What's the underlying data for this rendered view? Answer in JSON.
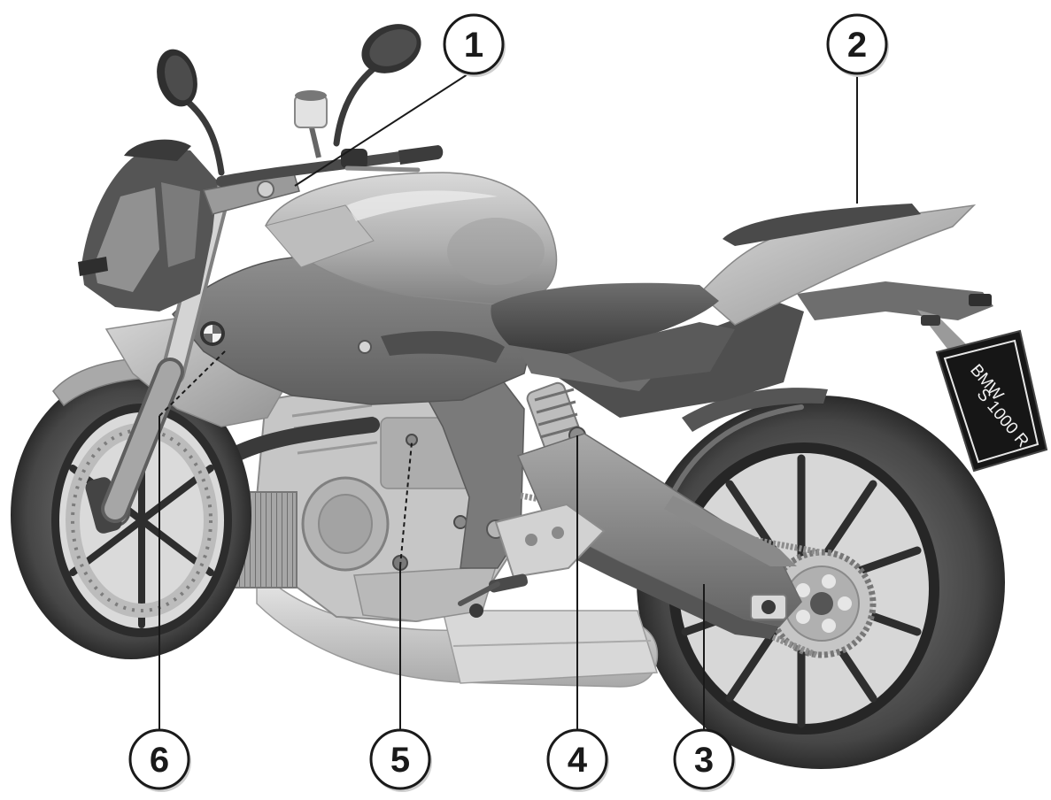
{
  "figure": {
    "callouts": [
      {
        "number": "1"
      },
      {
        "number": "2"
      },
      {
        "number": "3"
      },
      {
        "number": "4"
      },
      {
        "number": "5"
      },
      {
        "number": "6"
      }
    ]
  },
  "license_plate": {
    "line1": "BMW",
    "line2": "S 1000 R"
  },
  "colors": {
    "background": "#ffffff",
    "callout_stroke": "#1a1a1a",
    "body_gray": "#b5b5b5",
    "tire": "#3a3a3a",
    "plate": "#161616"
  }
}
